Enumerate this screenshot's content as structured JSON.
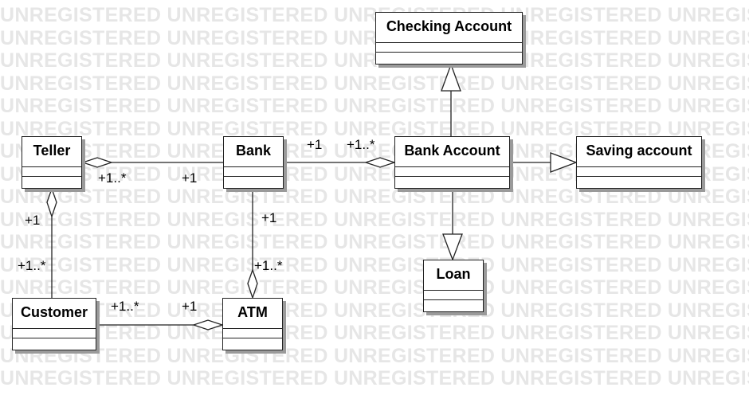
{
  "watermark": {
    "text": "UNREGISTERED"
  },
  "classes": {
    "checking_account": {
      "name": "Checking Account"
    },
    "teller": {
      "name": "Teller"
    },
    "bank": {
      "name": "Bank"
    },
    "bank_account": {
      "name": "Bank Account"
    },
    "saving_account": {
      "name": "Saving account"
    },
    "loan": {
      "name": "Loan"
    },
    "customer": {
      "name": "Customer"
    },
    "atm": {
      "name": "ATM"
    }
  },
  "associations": {
    "teller_bank": {
      "teller_end": "+1..*",
      "bank_end": "+1"
    },
    "teller_customer": {
      "teller_end": "+1",
      "customer_end": "+1..*"
    },
    "bank_bankaccount": {
      "bank_end": "+1",
      "bankaccount_end": "+1..*"
    },
    "bank_atm": {
      "bank_end": "+1",
      "atm_end": "+1..*"
    },
    "customer_atm": {
      "customer_end": "+1..*",
      "atm_end": "+1"
    }
  }
}
